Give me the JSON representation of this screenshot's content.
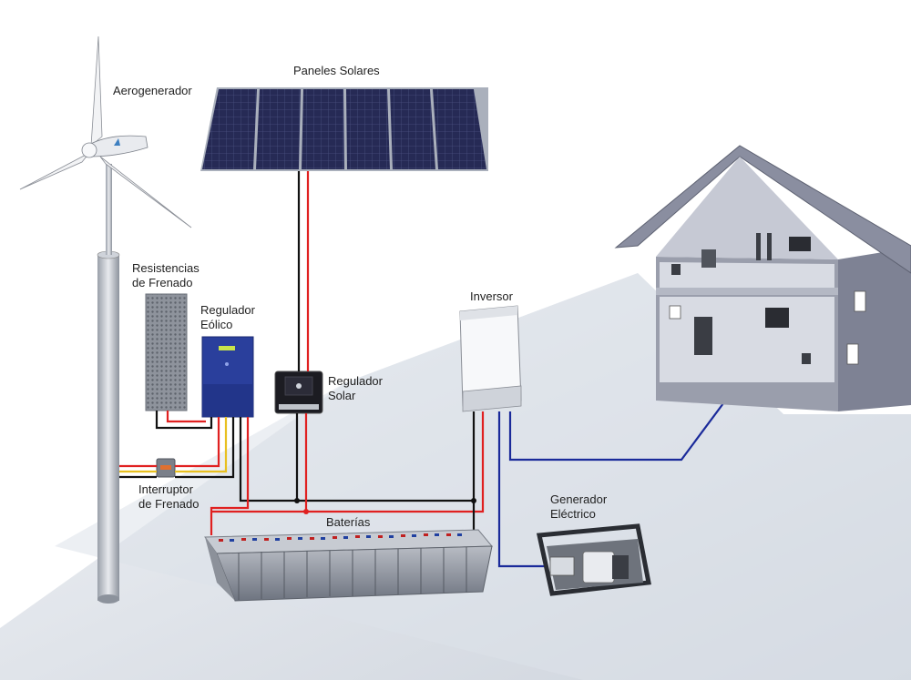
{
  "labels": {
    "wind_turbine": "Aerogenerador",
    "solar_panels": "Paneles Solares",
    "brake_resistors": {
      "line1": "Resistencias",
      "line2": "de Frenado"
    },
    "wind_regulator": {
      "line1": "Regulador",
      "line2": "Eólico"
    },
    "solar_regulator": {
      "line1": "Regulador",
      "line2": "Solar"
    },
    "brake_switch": {
      "line1": "Interruptor",
      "line2": "de Frenado"
    },
    "inverter": "Inversor",
    "batteries": "Baterías",
    "generator": {
      "line1": "Generador",
      "line2": "Eléctrico"
    }
  },
  "colors": {
    "wire_positive": "#e02020",
    "wire_negative": "#111111",
    "wire_ac": "#1a2a9a",
    "wire_yellow": "#e8c020",
    "solar_cell": "#262a55",
    "regulator_wind": "#2a3f9c",
    "house_wall": "#8a8ea0",
    "ground": "#e6eaf0"
  }
}
